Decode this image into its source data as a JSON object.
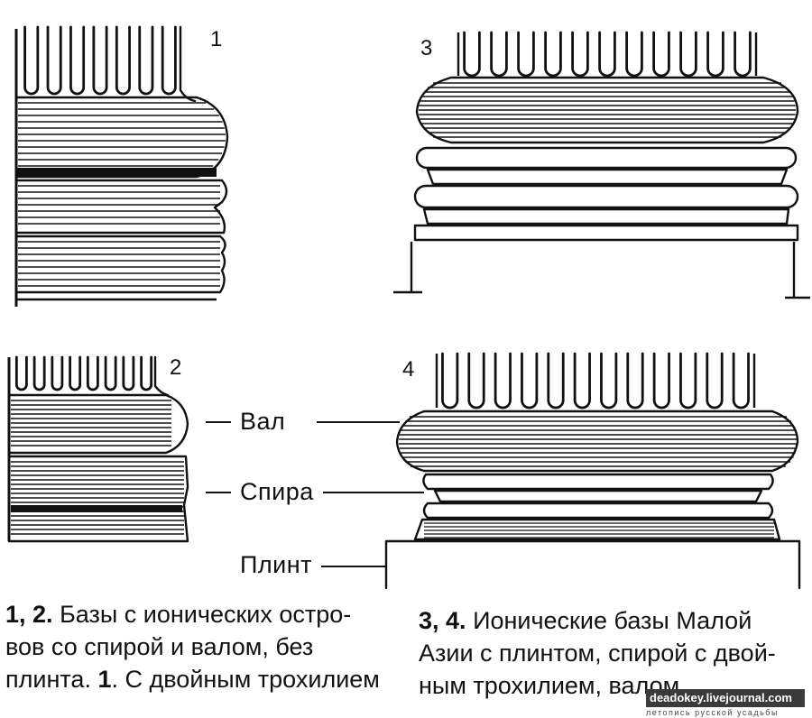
{
  "figures": [
    {
      "number": "1"
    },
    {
      "number": "2"
    },
    {
      "number": "3"
    },
    {
      "number": "4"
    }
  ],
  "labels": {
    "val": "Вал",
    "spira": "Спира",
    "plint": "Плинт"
  },
  "captions": {
    "left": {
      "number": "1, 2.",
      "line1": "Базы с ионических остро-",
      "line2": "вов со спирой и валом, без",
      "line3_prefix": "плинта.",
      "line3_num": "1",
      "line3_rest": ". С двойным трохилием"
    },
    "right": {
      "number": "3, 4.",
      "line1": "Ионические базы Малой",
      "line2": "Азии с плинтом, спирой с двой-",
      "line3": "ным трохилием, валом"
    }
  },
  "watermark": {
    "site": "deadokey.livejournal.com",
    "tagline": "летопись русской усадьбы"
  }
}
